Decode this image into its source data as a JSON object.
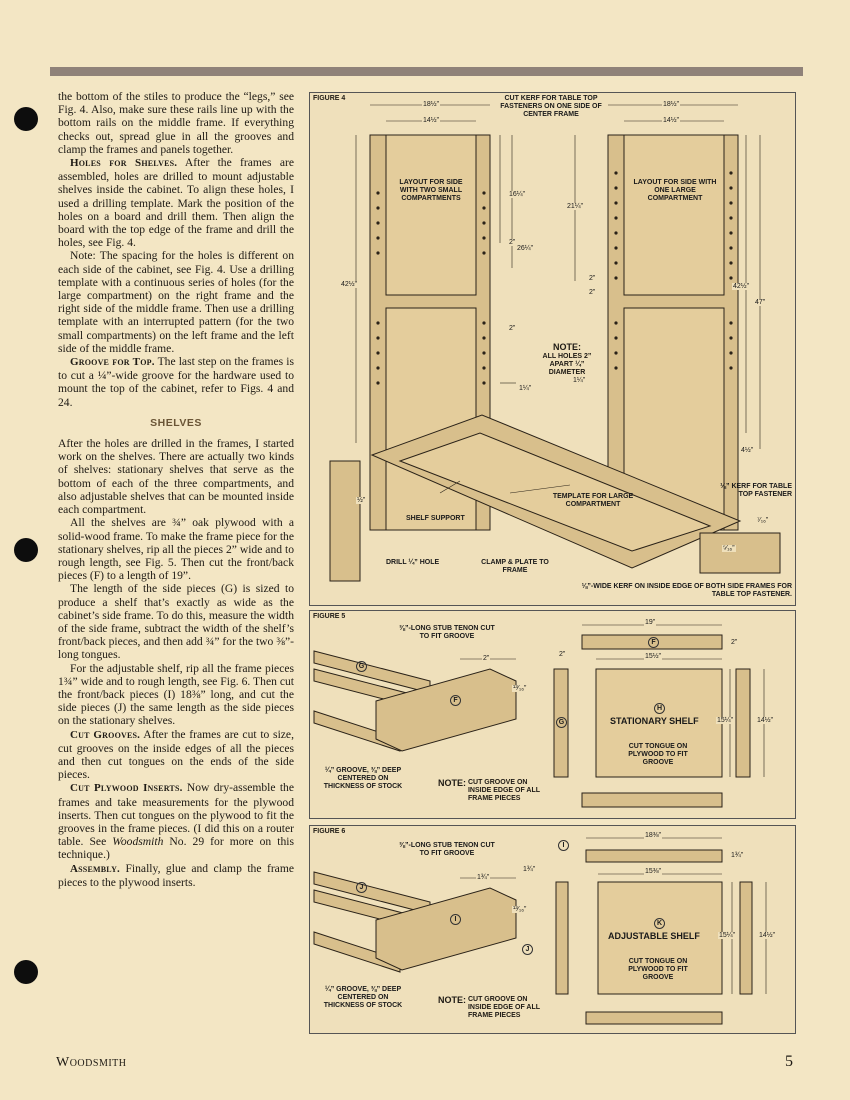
{
  "body_text": {
    "p1": "the bottom of the stiles to produce the “legs,” see Fig. 4. Also, make sure these rails line up with the bottom rails on the middle frame. If everything checks out, spread glue in all the grooves and clamp the frames and panels together.",
    "p2_head": "Holes for Shelves.",
    "p2": "After the frames are assembled, holes are drilled to mount adjustable shelves inside the cabinet. To align these holes, I used a drilling template. Mark the position of the holes on a board and drill them. Then align the board with the top edge of the frame and drill the holes, see Fig. 4.",
    "p3": "Note: The spacing for the holes is different on each side of the cabinet, see Fig. 4. Use a drilling template with a continuous series of holes (for the large compartment) on the right frame and the right side of the middle frame. Then use a drilling template with an interrupted pattern (for the two small compartments) on the left frame and the left side of the middle frame.",
    "p4_head": "Groove for Top.",
    "p4": "The last step on the frames is to cut a ¼”-wide groove for the hardware used to mount the top of the cabinet, refer to Figs. 4 and 24.",
    "section_heading": "SHELVES",
    "p5": "After the holes are drilled in the frames, I started work on the shelves. There are actually two kinds of shelves: stationary shelves that serve as the bottom of each of the three compartments, and also adjustable shelves that can be mounted inside each compartment.",
    "p6": "All the shelves are ¾” oak plywood with a solid-wood frame. To make the frame piece for the stationary shelves, rip all the pieces 2” wide and to rough length, see Fig. 5. Then cut the front/back pieces (F) to a length of 19”.",
    "p7": "The length of the side pieces (G) is sized to produce a shelf that’s exactly as wide as the cabinet’s side frame. To do this, measure the width of the side frame, subtract the width of the shelf’s front/back pieces, and then add ¾” for the two ⅜”-long tongues.",
    "p8": "For the adjustable shelf, rip all the frame pieces 1¾” wide and to rough length, see Fig. 6. Then cut the front/back pieces (I) 18⅜” long, and cut the side pieces (J) the same length as the side pieces on the stationary shelves.",
    "p9_head": "Cut Grooves.",
    "p9": "After the frames are cut to size, cut grooves on the inside edges of all the pieces and then cut tongues on the ends of the side pieces.",
    "p10_head": "Cut Plywood Inserts.",
    "p10_a": "Now dry-assemble the frames and take measurements for the plywood inserts. Then cut tongues on the plywood to fit the grooves in the frame pieces. (I did this on a router table. See ",
    "p10_ref": "Woodsmith",
    "p10_b": " No. 29 for more on this technique.)",
    "p11_head": "Assembly.",
    "p11": "Finally, glue and clamp the frame pieces to the plywood inserts."
  },
  "figure4": {
    "label": "FIGURE 4",
    "kerf_top": "CUT KERF FOR TABLE TOP FASTENERS ON ONE SIDE OF CENTER FRAME",
    "layout_left": "LAYOUT FOR SIDE WITH TWO SMALL COMPARTMENTS",
    "layout_right": "LAYOUT FOR SIDE WITH ONE LARGE COMPARTMENT",
    "d_18a": "18½”",
    "d_14a": "14½”",
    "d_18b": "18½”",
    "d_14b": "14½”",
    "d_16": "16¼”",
    "d_26": "26¼”",
    "d_21": "21¼”",
    "d_2a": "2”",
    "d_2b": "2”",
    "d_2c": "2”",
    "d_2d": "2”",
    "d_42l": "42½”",
    "d_42r": "42½”",
    "d_47": "47”",
    "d_4": "4½”",
    "d_114a": "1¼”",
    "d_114b": "1¼”",
    "note_title": "NOTE:",
    "note_body": "ALL HOLES 2” APART ¼” DIAMETER",
    "template": "TEMPLATE FOR LARGE COMPARTMENT",
    "kerf_right": "⅛” KERF FOR TABLE TOP FASTENER",
    "shelf_support": "SHELF SUPPORT",
    "drill": "DRILL ¼” HOLE",
    "d_half": "½”",
    "clamp": "CLAMP & PLATE TO FRAME",
    "kerf_bottom": "⅛”-WIDE KERF ON INSIDE EDGE OF BOTH SIDE FRAMES FOR TABLE TOP FASTENER.",
    "d_716": "⁷⁄₁₆”",
    "d_516": "⁵⁄₁₆”"
  },
  "figure5": {
    "label": "FIGURE 5",
    "tenon": "⅜”-LONG STUB TENON CUT TO FIT GROOVE",
    "groove": "¼” GROOVE, ⅜” DEEP CENTERED ON THICKNESS OF STOCK",
    "note_title": "NOTE:",
    "note_body": "CUT GROOVE ON INSIDE EDGE OF ALL FRAME PIECES",
    "shelf": "STATIONARY SHELF",
    "tongue": "CUT TONGUE ON PLYWOOD TO FIT GROOVE",
    "d_19": "19”",
    "d_2a": "2”",
    "d_2b": "2”",
    "d_2c": "2”",
    "d_1512": "15½”",
    "d_1514": "15¼”",
    "d_1412": "14½”",
    "d_1316": "¹³⁄₁₆”",
    "F": "F",
    "G": "G",
    "H": "H"
  },
  "figure6": {
    "label": "FIGURE 6",
    "tenon": "⅜”-LONG STUB TENON CUT TO FIT GROOVE",
    "groove": "¼” GROOVE, ⅜” DEEP CENTERED ON THICKNESS OF STOCK",
    "note_title": "NOTE:",
    "note_body": "CUT GROOVE ON INSIDE EDGE OF ALL FRAME PIECES",
    "shelf": "ADJUSTABLE SHELF",
    "tongue": "CUT TONGUE ON PLYWOOD TO FIT GROOVE",
    "d_1838": "18⅜”",
    "d_134a": "1¾”",
    "d_134b": "1¾”",
    "d_134c": "1¾”",
    "d_1538": "15⅜”",
    "d_1514": "15¼”",
    "d_1412": "14½”",
    "d_1316": "¹³⁄₁₆”",
    "I": "I",
    "J": "J",
    "K": "K"
  },
  "footer": {
    "magazine": "Woodsmith",
    "page": "5"
  },
  "colors": {
    "paper": "#f3e6c4",
    "rule": "#8f8279",
    "wood": "#d8bf8c",
    "wood_dark": "#b89a66",
    "line": "#2a2218"
  }
}
